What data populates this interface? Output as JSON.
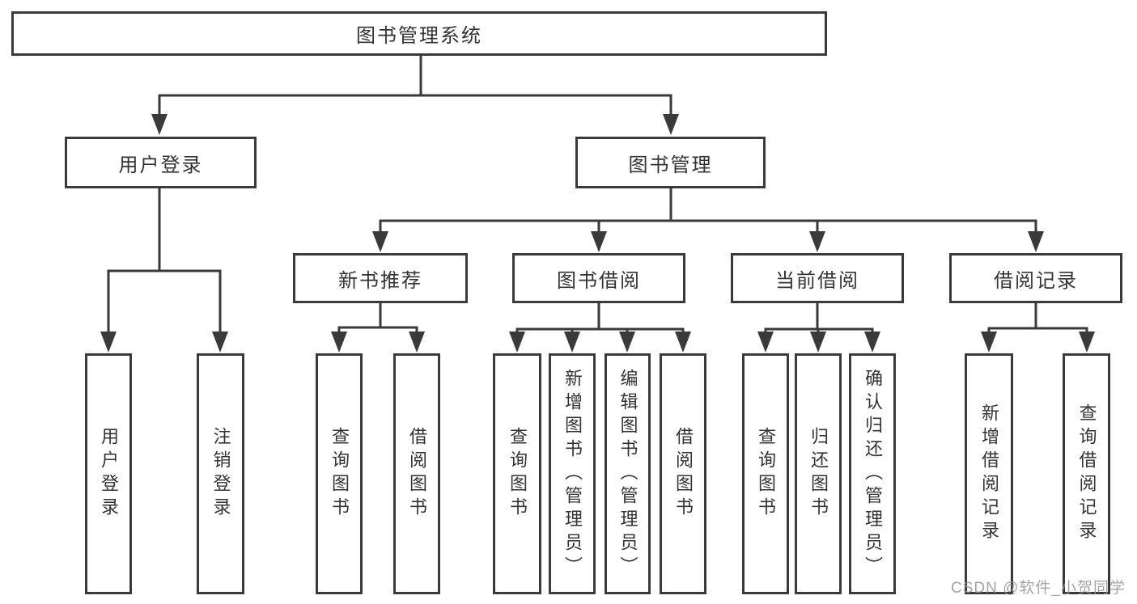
{
  "diagram": {
    "root": {
      "label": "图书管理系统"
    },
    "branches": [
      {
        "label": "用户登录",
        "children": [
          {
            "label": "用户登录"
          },
          {
            "label": "注销登录"
          }
        ]
      },
      {
        "label": "图书管理",
        "children": [
          {
            "label": "新书推荐",
            "children": [
              {
                "label": "查询图书"
              },
              {
                "label": "借阅图书"
              }
            ]
          },
          {
            "label": "图书借阅",
            "children": [
              {
                "label": "查询图书"
              },
              {
                "label": "新增图书（管理员）"
              },
              {
                "label": "编辑图书（管理员）"
              },
              {
                "label": "借阅图书"
              }
            ]
          },
          {
            "label": "当前借阅",
            "children": [
              {
                "label": "查询图书"
              },
              {
                "label": "归还图书"
              },
              {
                "label": "确认归还（管理员）"
              }
            ]
          },
          {
            "label": "借阅记录",
            "children": [
              {
                "label": "新增借阅记录"
              },
              {
                "label": "查询借阅记录"
              }
            ]
          }
        ]
      }
    ]
  },
  "watermark": {
    "text": "CSDN @软件_小贺同学"
  },
  "colors": {
    "background": "#ffffff",
    "line": "#3a3a3a",
    "box_border": "#3a3a3a",
    "text": "#333333",
    "watermark": "#949494"
  }
}
